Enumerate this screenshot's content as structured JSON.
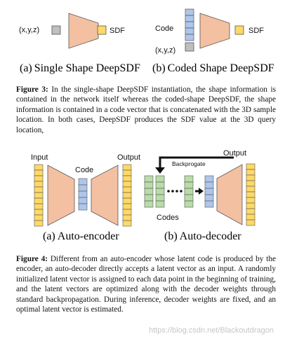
{
  "fig3": {
    "left": {
      "input_label": "(x,y,z)",
      "output_label": "SDF",
      "caption_tag": "(a)",
      "caption_text": "Single Shape DeepSDF"
    },
    "right": {
      "code_label": "Code",
      "input_label": "(x,y,z)",
      "output_label": "SDF",
      "caption_tag": "(b)",
      "caption_text": "Coded Shape DeepSDF"
    },
    "caption_label": "Figure 3:",
    "caption_body": "In the single-shape DeepSDF instantiation, the shape information is contained in the network itself whereas the coded-shape DeepSDF, the shape information is contained in a code vector that is concatenated with the 3D sample location. In both cases, DeepSDF produces the SDF value at the 3D query location,"
  },
  "fig4": {
    "left": {
      "input_label": "Input",
      "code_label": "Code",
      "output_label": "Output",
      "caption_tag": "(a)",
      "caption_text": "Auto-encoder"
    },
    "right": {
      "backprop_label": "Backprogate",
      "output_label": "Output",
      "codes_label": "Codes",
      "caption_tag": "(b)",
      "caption_text": "Auto-decoder"
    },
    "caption_label": "Figure 4:",
    "caption_body": "Different from an auto-encoder whose latent code is produced by the encoder, an auto-decoder directly accepts a latent vector as an input. A randomly initialized latent vector is assigned to each data point in the beginning of training, and the latent vectors are optimized along with the decoder weights through standard backpropagation. During inference, decoder weights are fixed, and an optimal latent vector is estimated."
  },
  "watermark": "https://blog.csdn.net/Blackoutdragon",
  "colors": {
    "network": "#f4c0a2",
    "sdf_box": "#ffd966",
    "input_box": "#bfbfbf",
    "code_vec": "#aec6ea",
    "codes_vec": "#b9dca8",
    "yellow_vec": "#ffd966"
  }
}
